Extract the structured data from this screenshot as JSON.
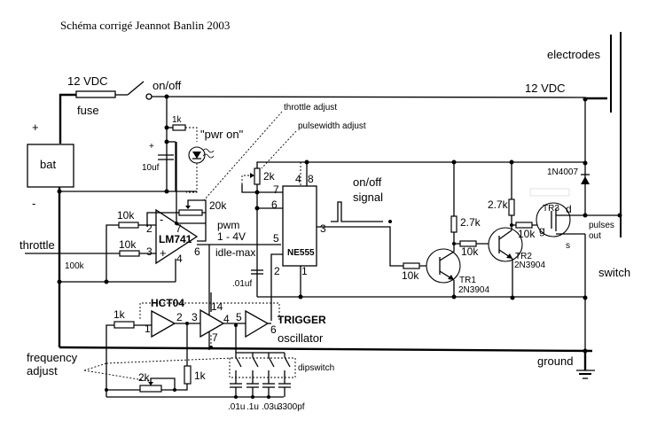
{
  "title": "Schéma corrigé Jeannot Banlin 2003",
  "labels": {
    "supply_top": "12 VDC",
    "fuse": "fuse",
    "on_off": "on/off",
    "plus": "+",
    "minus": "-",
    "battery": "bat",
    "r_pwr": "1k",
    "pwr_on": "\"pwr on\"",
    "cap_plus": "+",
    "cap_10uf": "10uf",
    "throttle_adjust": "throttle adjust",
    "pulsewidth_adjust": "pulsewidth adjust",
    "supply_right": "12 VDC",
    "electrodes": "electrodes",
    "pot_2k": "2k",
    "pot_20k": "20k",
    "r_10k_a": "10k",
    "r_10k_b": "10k",
    "r_100k": "100k",
    "throttle": "throttle",
    "opamp": "LM741",
    "opamp_pin2": "2",
    "opamp_pin3": "3",
    "opamp_pin7": "7",
    "opamp_pin6": "6",
    "opamp_pin4": "4",
    "opamp_minus": "-",
    "opamp_plus": "+",
    "pwm": "pwm",
    "pwm_range": "1 - 4V",
    "idle_max": "idle-max",
    "timer": "NE555",
    "pin4": "4",
    "pin8": "8",
    "pin7": "7",
    "pin6": "6",
    "pin5": "5",
    "pin3": "3",
    "pin2": "2",
    "pin1": "1",
    "cap_01uf": ".01uf",
    "on_off_signal_1": "on/off",
    "on_off_signal_2": "signal",
    "r_10k_tr1": "10k",
    "r_27k_a": "2.7k",
    "r_10k_tr2": "10k",
    "tr1": "TR1",
    "tr1_type": "2N3904",
    "r_27k_b": "2.7k",
    "tr2": "TR2",
    "tr2_type": "2N3904",
    "r_10k_tr3": "10k",
    "tr3": "TR3",
    "tr3_d": "d",
    "tr3_g": "g",
    "tr3_s": "s",
    "diode": "1N4007",
    "pulses": "pulses",
    "out": "out",
    "switch": "switch",
    "ground": "ground",
    "inverter": "HCT04",
    "r_1k_osc": "1k",
    "inv_pin1": "1",
    "inv_pin2": "2",
    "inv_pin3": "3",
    "inv_pin4": "4",
    "inv_pin14": "14",
    "inv_pin7": "7",
    "inv_pin5": "5",
    "inv_pin6": "6",
    "trigger": "TRIGGER",
    "oscillator": "oscillator",
    "frequency": "frequency",
    "adjust": "adjust",
    "pot_2k_osc": "2k",
    "r_1k_fb": "1k",
    "dipswitch": "dipswitch",
    "caps": [
      ".01u",
      ".1u",
      ".03u",
      "3300pf"
    ]
  }
}
